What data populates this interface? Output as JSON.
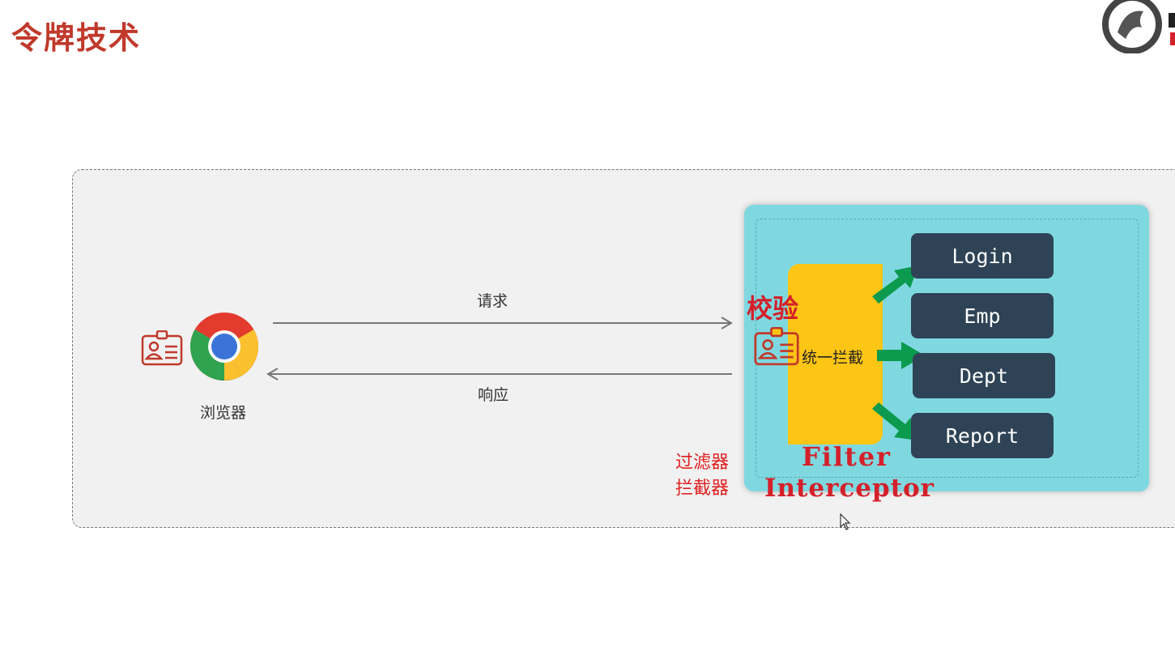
{
  "page": {
    "title": "令牌技术"
  },
  "diagram": {
    "browser_label": "浏览器",
    "request_label": "请求",
    "response_label": "响应",
    "gate_label": "统一拦截",
    "verify_note": "校验",
    "services": [
      "Login",
      "Emp",
      "Dept",
      "Report"
    ],
    "red_labels": {
      "filter_cn": "过滤器",
      "interceptor_cn": "拦截器"
    },
    "handwritten": {
      "filter": "Filter",
      "interceptor": "Interceptor"
    }
  },
  "colors": {
    "title": "#c0392b",
    "server_bg": "#7fd8e0",
    "gate": "#fec515",
    "service_box": "#2f4356",
    "arrow_green": "#0b9a4e",
    "annotation_red": "#d4202a"
  },
  "icons": [
    "logo-icon",
    "id-card-icon",
    "chrome-icon",
    "cursor-icon"
  ]
}
